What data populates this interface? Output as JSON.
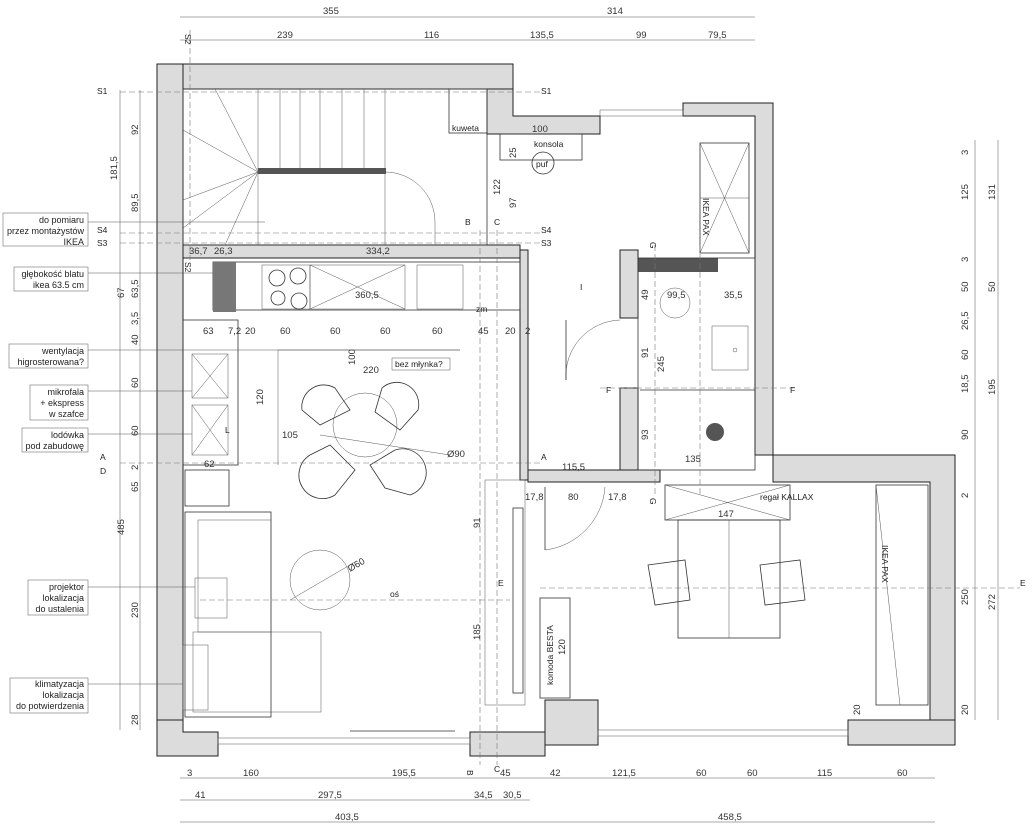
{
  "dims_top": {
    "row1": [
      "355",
      "314"
    ],
    "row2": [
      "239",
      "116",
      "135,5",
      "99",
      "79,5"
    ]
  },
  "dims_bottom": {
    "row1": [
      "3",
      "160",
      "195,5",
      "45",
      "42",
      "121,5",
      "60",
      "60",
      "115",
      "60"
    ],
    "row2": [
      "41",
      "297,5",
      "34,5",
      "30,5"
    ],
    "row3": [
      "403,5",
      "458,5"
    ]
  },
  "dims_left": [
    "181,5",
    "92",
    "89,5",
    "67",
    "63,5",
    "3,5",
    "40",
    "60",
    "60",
    "2",
    "65",
    "485",
    "230",
    "28"
  ],
  "dims_right": [
    "3",
    "125",
    "131",
    "3",
    "50",
    "50",
    "26,5",
    "60",
    "18,5",
    "195",
    "90",
    "2",
    "250",
    "272",
    "20"
  ],
  "dims_inner": [
    "100",
    "25",
    "122",
    "97",
    "334,2",
    "36,7",
    "26,3",
    "360,5",
    "63",
    "7,2",
    "20",
    "60",
    "60",
    "60",
    "60",
    "45",
    "20",
    "2",
    "100",
    "220",
    "120",
    "105",
    "62",
    "Ø90",
    "Ø60",
    "49",
    "99,5",
    "35,5",
    "91",
    "245",
    "93",
    "135",
    "115,5",
    "17,8",
    "80",
    "17,8",
    "147",
    "91",
    "185",
    "120",
    "20"
  ],
  "section_marks": [
    "S1",
    "S1",
    "S2",
    "S2",
    "S3",
    "S3",
    "S4",
    "S4",
    "A",
    "A",
    "B",
    "B",
    "C",
    "C",
    "D",
    "E",
    "E",
    "F",
    "F",
    "G",
    "G",
    "I"
  ],
  "labels": {
    "kuweta": "kuweta",
    "konsola": "konsola",
    "puf": "puf",
    "zm": "zm",
    "bez_mlynka": "bez młynka?",
    "L": "L",
    "os": "oś",
    "ikea_pax_top": "IKEA PAX",
    "ikea_pax_right": "IKEA PAX",
    "regal_kallax": "regał KALLAX",
    "komoda_besta": "komoda BESTA"
  },
  "callouts": [
    {
      "id": "montaz",
      "lines": [
        "do pomiaru",
        "przez montażystów",
        "IKEA"
      ]
    },
    {
      "id": "blat",
      "lines": [
        "głębokość blatu",
        "ikea 63.5 cm"
      ]
    },
    {
      "id": "wentylacja",
      "lines": [
        "wentylacja",
        "higrosterowana?"
      ]
    },
    {
      "id": "mikrofala",
      "lines": [
        "mikrofala",
        "+ ekspress",
        "w szafce"
      ]
    },
    {
      "id": "lodowka",
      "lines": [
        "lodówka",
        "pod zabudowę"
      ]
    },
    {
      "id": "projektor",
      "lines": [
        "projektor",
        "lokalizacja",
        "do ustalenia"
      ]
    },
    {
      "id": "klimatyzacja",
      "lines": [
        "klimatyzacja",
        "lokalizacja",
        "do potwierdzenia"
      ]
    }
  ]
}
